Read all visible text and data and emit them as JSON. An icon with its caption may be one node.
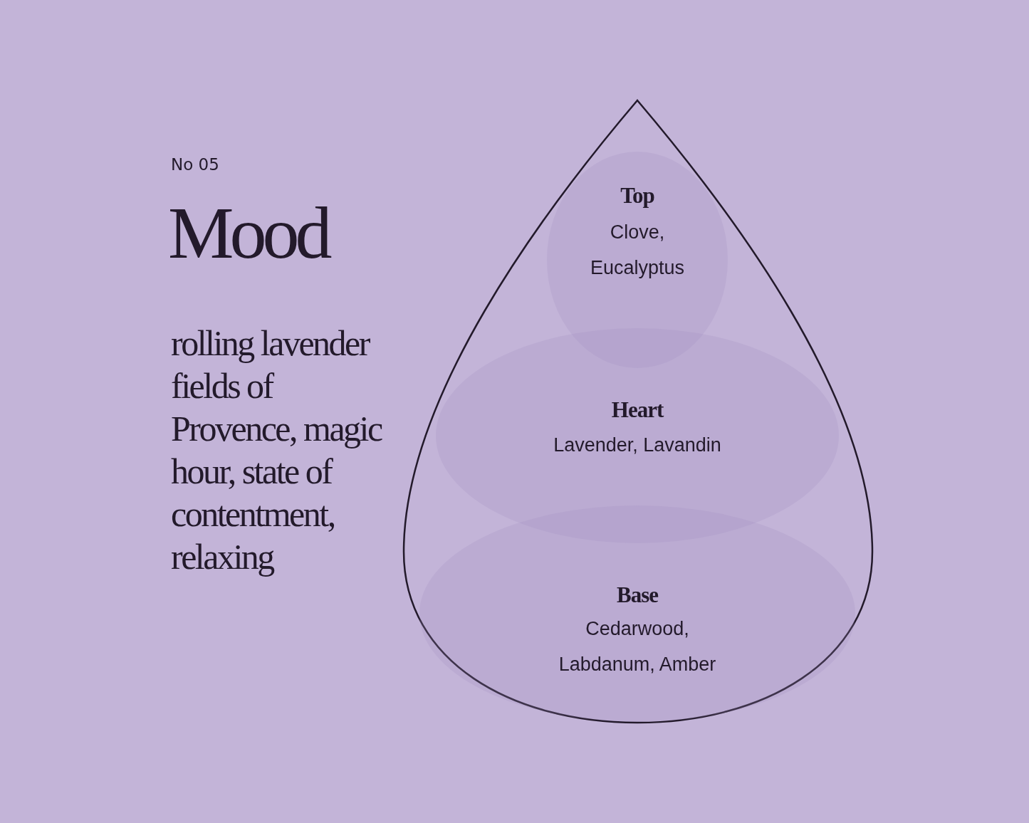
{
  "diagram": {
    "title": "Mood",
    "nodes": [
      {
        "text": [
          "Top",
          "Clove, Eucalyptus"
        ]
      },
      {
        "text": [
          "Heart",
          "Lavender, Lavandin"
        ]
      },
      {
        "text": [
          "Base",
          "Cedarwood, Labdanum, Amber"
        ]
      }
    ],
    "labels": [
      "No 05",
      "rolling lavender fields of Provence, magic hour, state of contentment, relaxing"
    ]
  }
}
